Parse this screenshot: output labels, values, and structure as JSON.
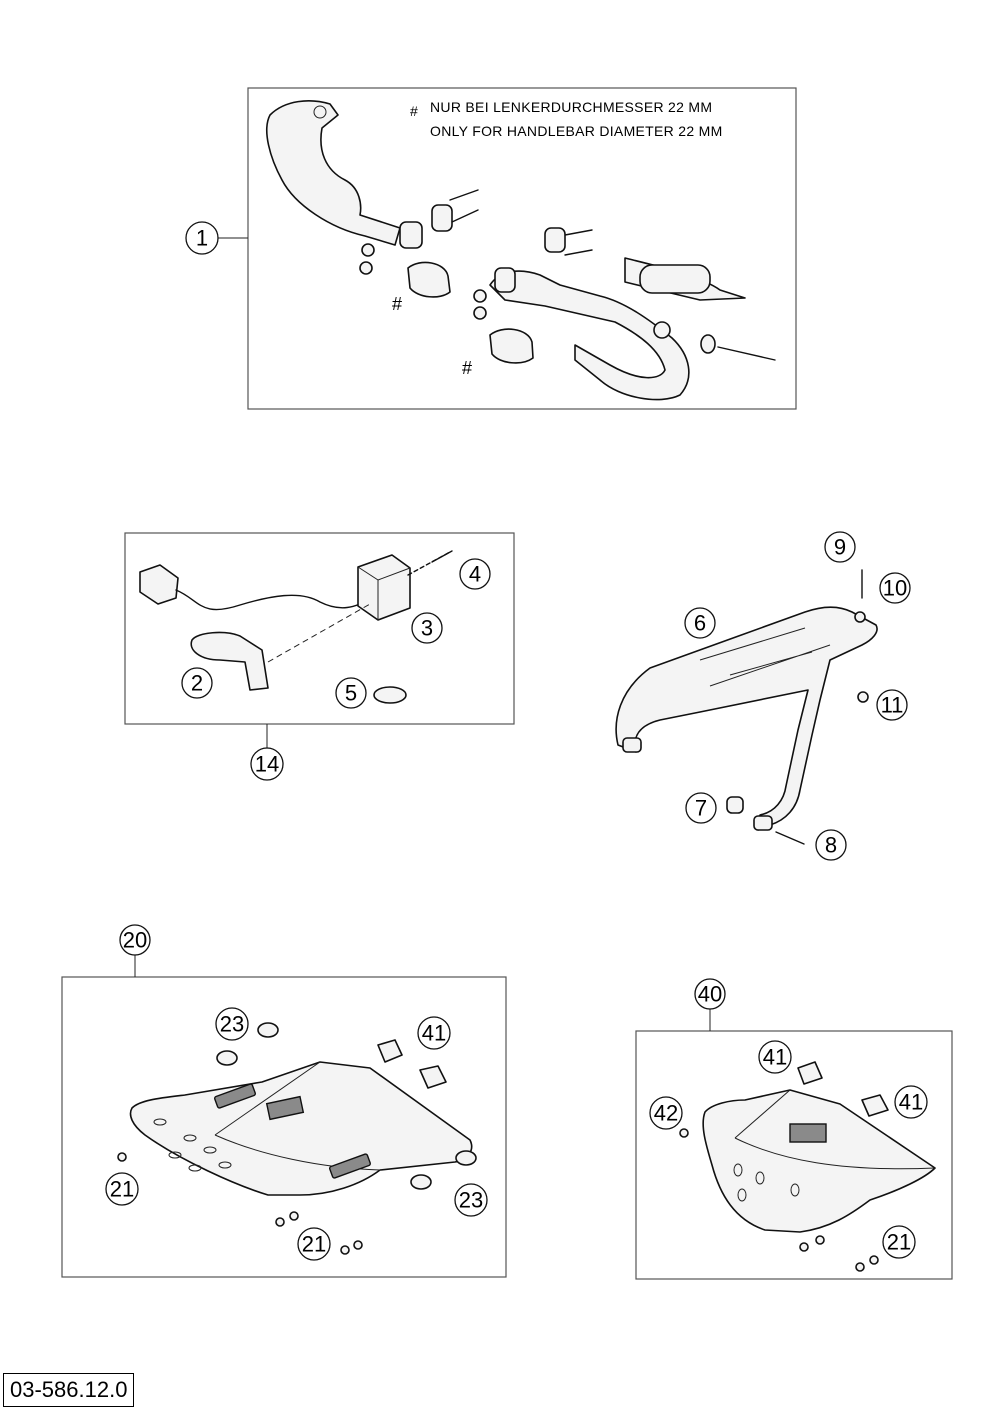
{
  "note": {
    "line1": "NUR BEI LENKERDURCHMESSER 22 MM",
    "line2": "ONLY FOR HANDLEBAR DIAMETER 22 MM",
    "marker": "#"
  },
  "callouts": {
    "c1": "1",
    "c2": "2",
    "c3": "3",
    "c4": "4",
    "c5": "5",
    "c6": "6",
    "c7": "7",
    "c8": "8",
    "c9": "9",
    "c10": "10",
    "c11": "11",
    "c14": "14",
    "c20": "20",
    "c21a": "21",
    "c21b": "21",
    "c23a": "23",
    "c23b": "23",
    "c41a": "41",
    "c40": "40",
    "c41b": "41",
    "c41c": "41",
    "c42": "42",
    "c21c": "21"
  },
  "reference": "03-586.12.0"
}
